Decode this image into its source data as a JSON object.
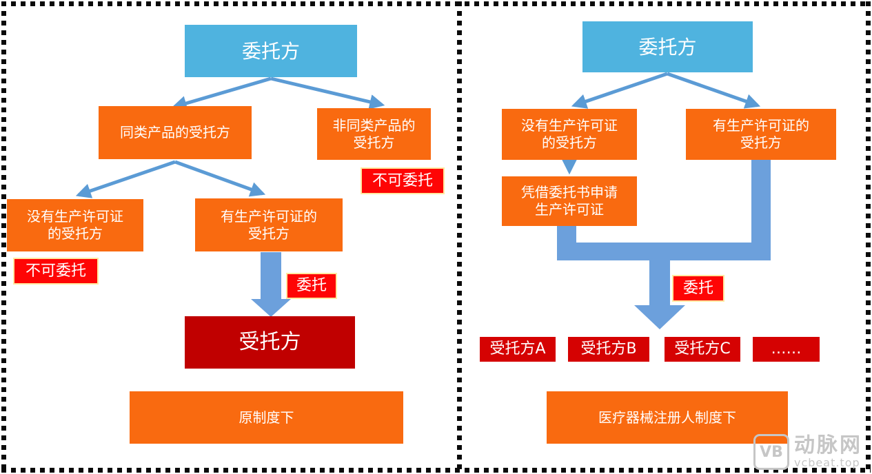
{
  "colors": {
    "root_blue": "#4FB3DF",
    "process_orange": "#F96A10",
    "result_dark_red": "#C00000",
    "trustee_row_red": "#D50202",
    "label_red": "#FE0505",
    "label_border_yellow": "#FFE9A0",
    "arrow_blue": "#5B9BD5",
    "thick_arrow_blue": "#6CA0DC",
    "frame_black": "#0A0A0A",
    "watermark_gray": "#C6C6C6"
  },
  "left_panel": {
    "root": "委托方",
    "branch_same": "同类产品的受托方",
    "branch_diff": "非同类产品的\n受托方",
    "no_license": "没有生产许可证\n的受托方",
    "has_license": "有生产许可证的\n受托方",
    "not_allowed": "不可委托",
    "entrust": "委托",
    "trustee": "受托方",
    "caption": "原制度下"
  },
  "right_panel": {
    "root": "委托方",
    "no_license": "没有生产许可证\n的受托方",
    "has_license": "有生产许可证的\n受托方",
    "apply": "凭借委托书申请\n生产许可证",
    "entrust": "委托",
    "trustees": [
      "受托方A",
      "受托方B",
      "受托方C",
      "……"
    ],
    "caption": "医疗器械注册人制度下"
  },
  "watermark": {
    "logo_text": "VB",
    "brand": "动脉网",
    "domain": "vcbeat.top"
  }
}
